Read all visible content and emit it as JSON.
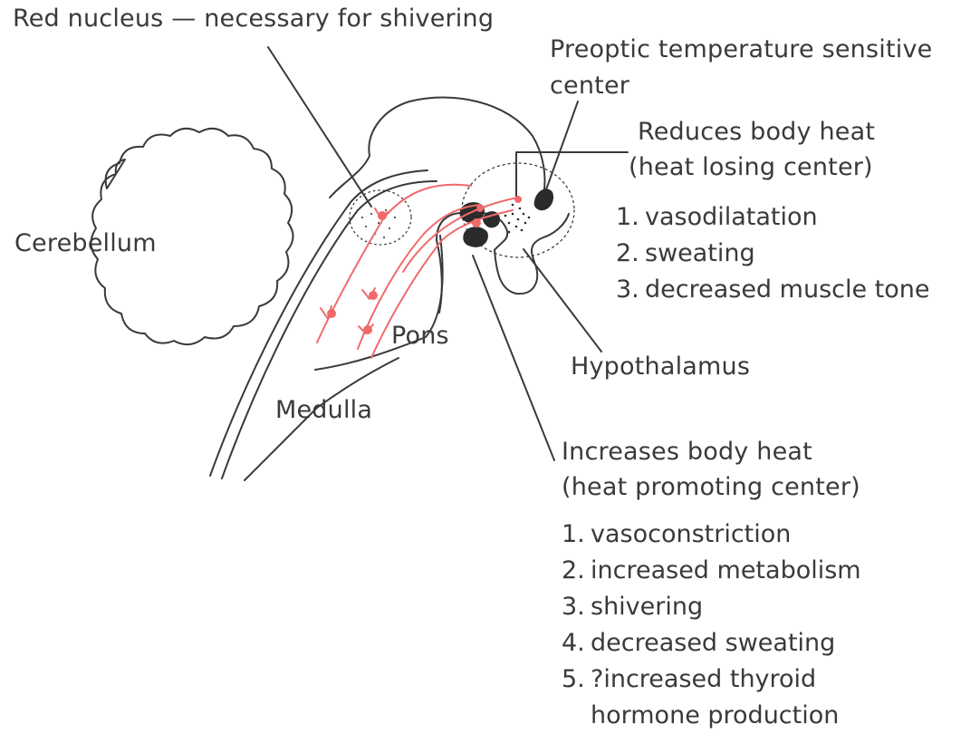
{
  "labels": {
    "red_nucleus": "Red nucleus — necessary for shivering",
    "preoptic_line1": "Preoptic temperature sensitive",
    "preoptic_line2": "center",
    "reduces_line1": "Reduces body heat",
    "reduces_line2": "(heat losing center)",
    "cerebellum": "Cerebellum",
    "pons": "Pons",
    "medulla": "Medulla",
    "hypothalamus": "Hypothalamus",
    "increases_line1": "Increases body heat",
    "increases_line2": "(heat promoting center)"
  },
  "heat_losing_effects": [
    {
      "num": "1.",
      "text": "vasodilatation"
    },
    {
      "num": "2.",
      "text": "sweating"
    },
    {
      "num": "3.",
      "text": "decreased muscle tone"
    }
  ],
  "heat_promoting_effects": [
    {
      "num": "1.",
      "text": "vasoconstriction"
    },
    {
      "num": "2.",
      "text": "increased metabolism"
    },
    {
      "num": "3.",
      "text": "shivering"
    },
    {
      "num": "4.",
      "text": "decreased sweating"
    },
    {
      "num": "5.",
      "text": "?increased thyroid",
      "cont": "hormone production"
    }
  ],
  "colors": {
    "ink": "#3a3a3a",
    "pathway": "#f06a6a",
    "nucleus_fill": "#2b2b2b"
  }
}
